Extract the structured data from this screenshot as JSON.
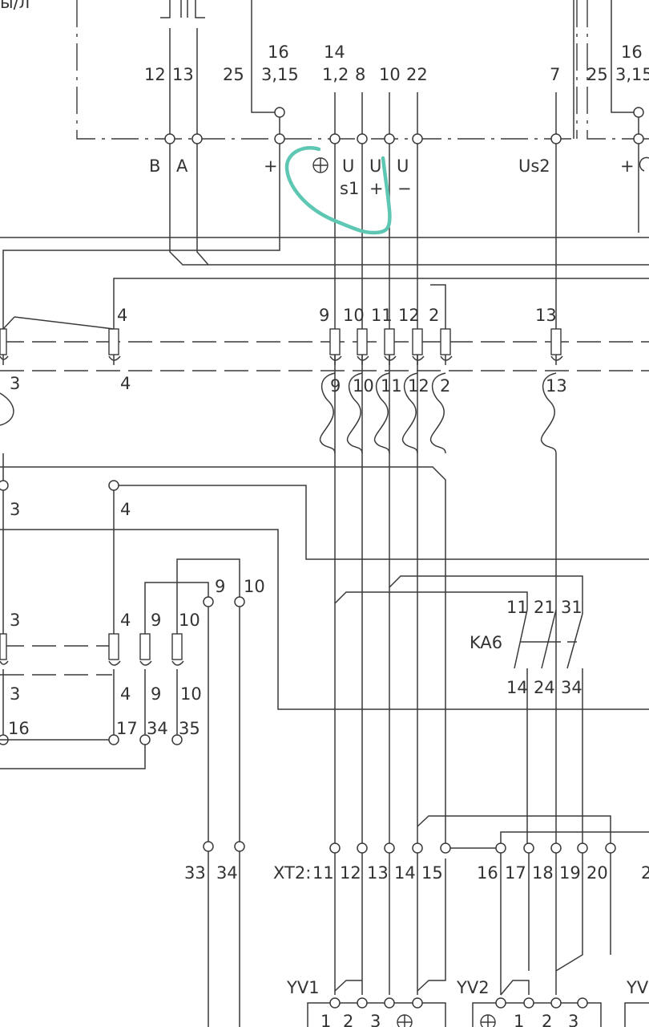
{
  "top_pins": {
    "p12": "12",
    "p13": "13",
    "p25": "25",
    "p16": "16",
    "p315": "3,15",
    "p14": "14",
    "p12b": "1,2",
    "p8": "8",
    "p10": "10",
    "p22": "22",
    "p7": "7",
    "p25r": "25",
    "p16r": "16",
    "p315r": "3,15"
  },
  "bus_labels": {
    "b": "B",
    "a": "A",
    "plus": "+",
    "u1": "U",
    "s1": "s1",
    "u2": "U",
    "plus2": "+",
    "u3": "U",
    "minus3": "−",
    "us2": "Us2",
    "plus_r": "+"
  },
  "connector_upper": {
    "left": [
      "3",
      "4"
    ],
    "mid_top": [
      "9",
      "10",
      "11",
      "12",
      "2"
    ],
    "mid_bottom": [
      "9",
      "10",
      "11",
      "12",
      "2"
    ],
    "right_top": "13",
    "right_bottom": "13",
    "left_top_4": "4",
    "minus": "−"
  },
  "mid_labels": [
    "3",
    "4"
  ],
  "connector_lower": {
    "top": [
      "3",
      "4",
      "9",
      "10"
    ],
    "bottom": [
      "3",
      "4",
      "9",
      "10"
    ],
    "terminals": [
      "16",
      "17",
      "34",
      "35"
    ],
    "pins_9_10": [
      "9",
      "10"
    ]
  },
  "relay": {
    "name": "KA6",
    "top_contacts": [
      "11",
      "21",
      "31"
    ],
    "bottom_contacts": [
      "14",
      "24",
      "34"
    ]
  },
  "xt2": {
    "terminals_left": [
      "33",
      "34"
    ],
    "prefix": "XT2:",
    "terminals": [
      "11",
      "12",
      "13",
      "14",
      "15",
      "16",
      "17",
      "18",
      "19",
      "20"
    ],
    "trailing": "2"
  },
  "valves": {
    "yv1": {
      "name": "YV1",
      "pins": [
        "1",
        "2",
        "3"
      ]
    },
    "yv2": {
      "name": "YV2",
      "pins": [
        "1",
        "2",
        "3"
      ]
    },
    "yv_partial": "YV"
  },
  "corner_text": "ы/л",
  "accent_color": "#5ec7b3"
}
